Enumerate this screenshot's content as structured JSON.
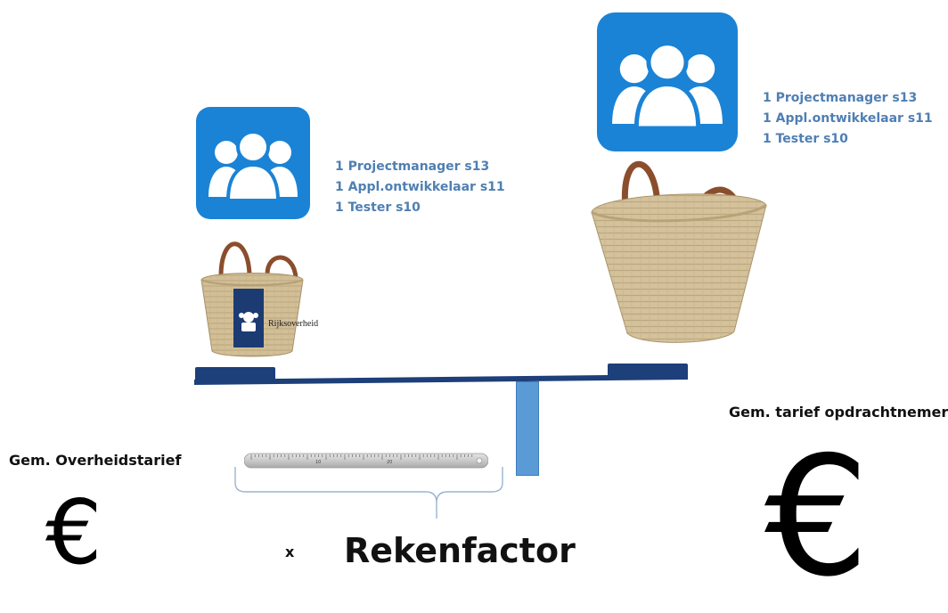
{
  "left_group": {
    "icon": "people-group-icon",
    "lines": [
      "1 Projectmanager  s13",
      "1 Appl.ontwikkelaar  s11",
      "1 Tester s10"
    ],
    "basket_logo_text": "Rijksoverheid"
  },
  "right_group": {
    "icon": "people-group-icon",
    "lines": [
      "1 Projectmanager  s13",
      "1 Appl.ontwikkelaar  s11",
      "1 Tester s10"
    ]
  },
  "left_rate_label": "Gem. Overheidstarief",
  "right_rate_label": "Gem. tarief opdrachtnemer",
  "euro_symbol": "€",
  "multiply_sign": "x",
  "factor_label": "Rekenfactor",
  "colors": {
    "icon_blue": "#1a83d6",
    "text_blue": "#4f7fb3",
    "beam_navy": "#1d3f7a",
    "pillar_blue": "#5b9bd5"
  }
}
